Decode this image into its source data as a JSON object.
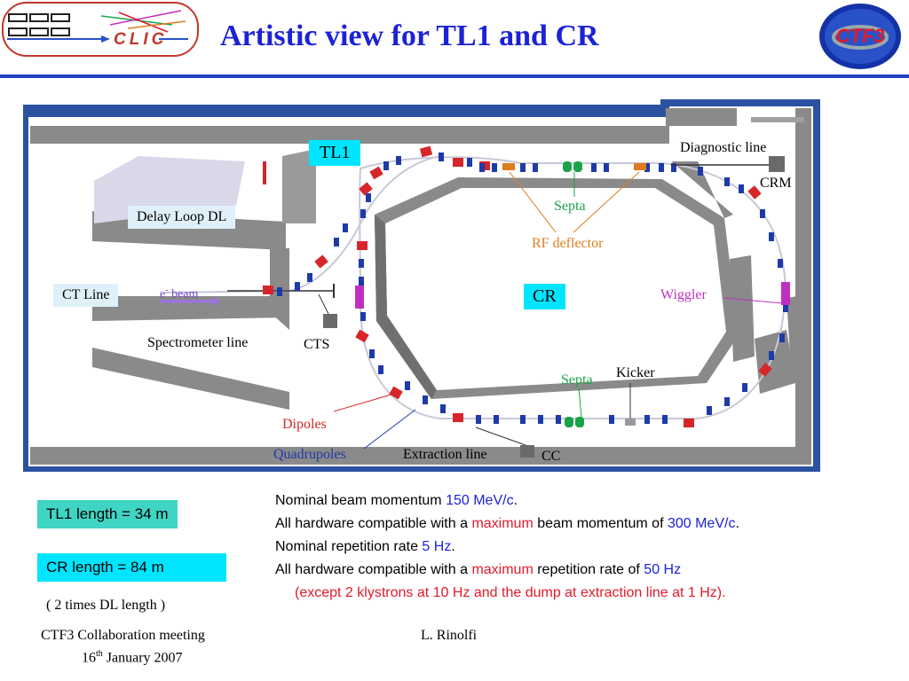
{
  "header": {
    "logo_text": "CLIC",
    "title": "Artistic view for TL1 and CR",
    "ctf3_logo_text": "CTF3"
  },
  "diagram": {
    "labels": {
      "tl1": "TL1",
      "cr": "CR",
      "diagnostic_line": "Diagnostic line",
      "crm": "CRM",
      "septa_top": "Septa",
      "rf_deflector": "RF deflector",
      "delay_loop": "Delay Loop DL",
      "ct_line": "CT Line",
      "beam_e": "e",
      "beam_sup": "-",
      "beam_rest": " beam",
      "wiggler": "Wiggler",
      "spectrometer_line": "Spectrometer line",
      "cts": "CTS",
      "kicker": "Kicker",
      "septa_bottom": "Septa",
      "dipoles": "Dipoles",
      "quadrupoles": "Quadrupoles",
      "extraction_line": "Extraction line",
      "cc": "CC"
    },
    "colors": {
      "wall": "#8a8a8a",
      "floor": "#ffffff",
      "frame": "#2a52a0",
      "dipole": "#d6262a",
      "quadrupole": "#1e3aa8",
      "septa": "#1aa34a",
      "rf_deflector": "#e07b1e",
      "wiggler": "#c030c0",
      "label_box": "#00e5ff",
      "delay_box": "#dff0fa"
    }
  },
  "lengths": {
    "tl1": "TL1 length = 34 m",
    "cr": "CR length = 84 m",
    "dl_note": "( 2 times DL length )",
    "tl1_color": "#3fd5c4",
    "cr_color": "#00e5ff"
  },
  "info": {
    "l1": {
      "a": "Nominal beam momentum ",
      "b": "150 MeV/c",
      "c": "."
    },
    "l2": {
      "a": "All hardware compatible with a ",
      "b": "maximum",
      "c": " beam momentum of ",
      "d": "300 MeV/c",
      "e": "."
    },
    "l3": {
      "a": "Nominal repetition rate ",
      "b": "5 Hz",
      "c": "."
    },
    "l4": {
      "a": "All hardware compatible with a ",
      "b": "maximum",
      "c": " repetition rate of ",
      "d": "50 Hz"
    },
    "l5": "(except 2 klystrons at 10 Hz and the dump at extraction line at 1 Hz)."
  },
  "footer": {
    "meeting": "CTF3 Collaboration meeting",
    "date_pre": "16",
    "date_sup": "th",
    "date_post": " January 2007",
    "author": "L. Rinolfi"
  }
}
